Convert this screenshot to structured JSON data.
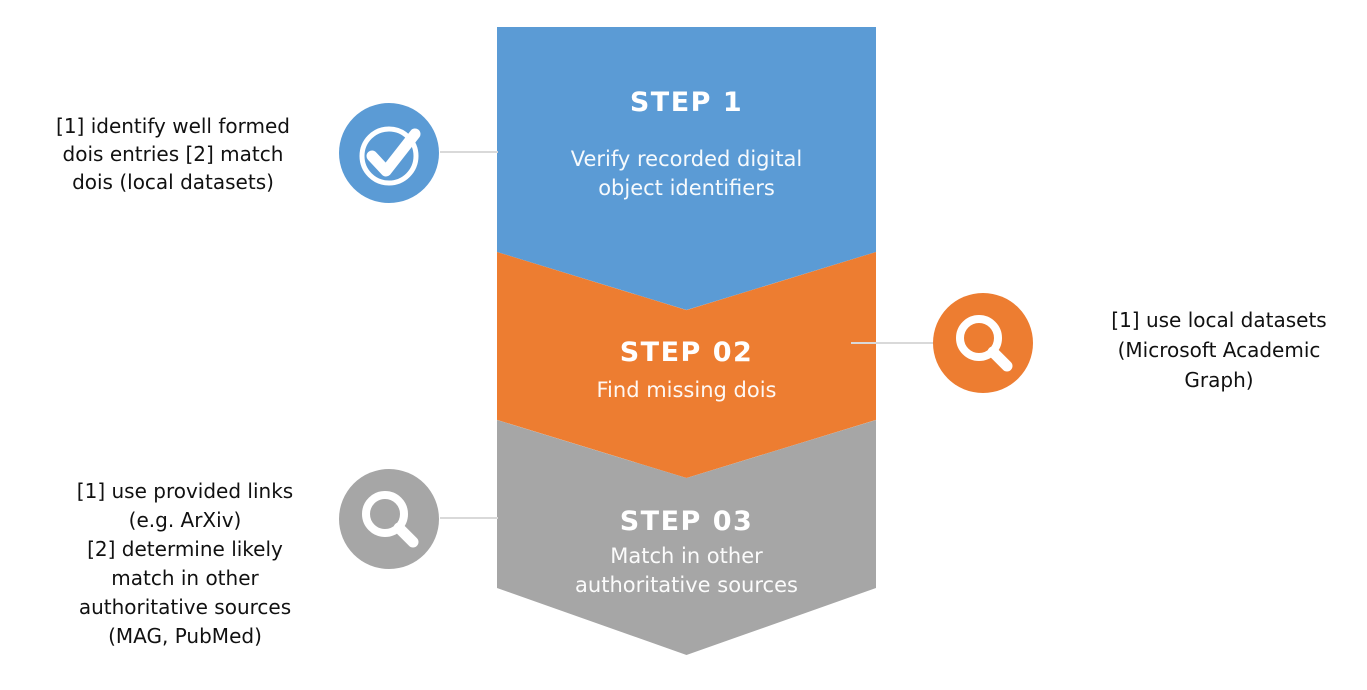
{
  "diagram": {
    "background": "#FFFFFF",
    "connector_color": "#D9D9D9",
    "steps": [
      {
        "title": "STEP 1",
        "subtitle": "Verify recorded digital\nobject identifiers",
        "color": "#5B9BD5",
        "icon": "check-circle-icon",
        "annotation": "[1] identify well formed\ndois entries [2] match\ndois (local datasets)"
      },
      {
        "title": "STEP 02",
        "subtitle": "Find missing dois",
        "color": "#ED7D31",
        "icon": "search-icon",
        "annotation": "[1] use local datasets\n(Microsoft Academic\nGraph)"
      },
      {
        "title": "STEP 03",
        "subtitle": "Match in other\nauthoritative sources",
        "color": "#A6A6A6",
        "icon": "search-icon",
        "annotation": "[1] use provided links\n(e.g. ArXiv)\n[2] determine likely\nmatch in other\nauthoritative sources\n(MAG, PubMed)"
      }
    ]
  }
}
